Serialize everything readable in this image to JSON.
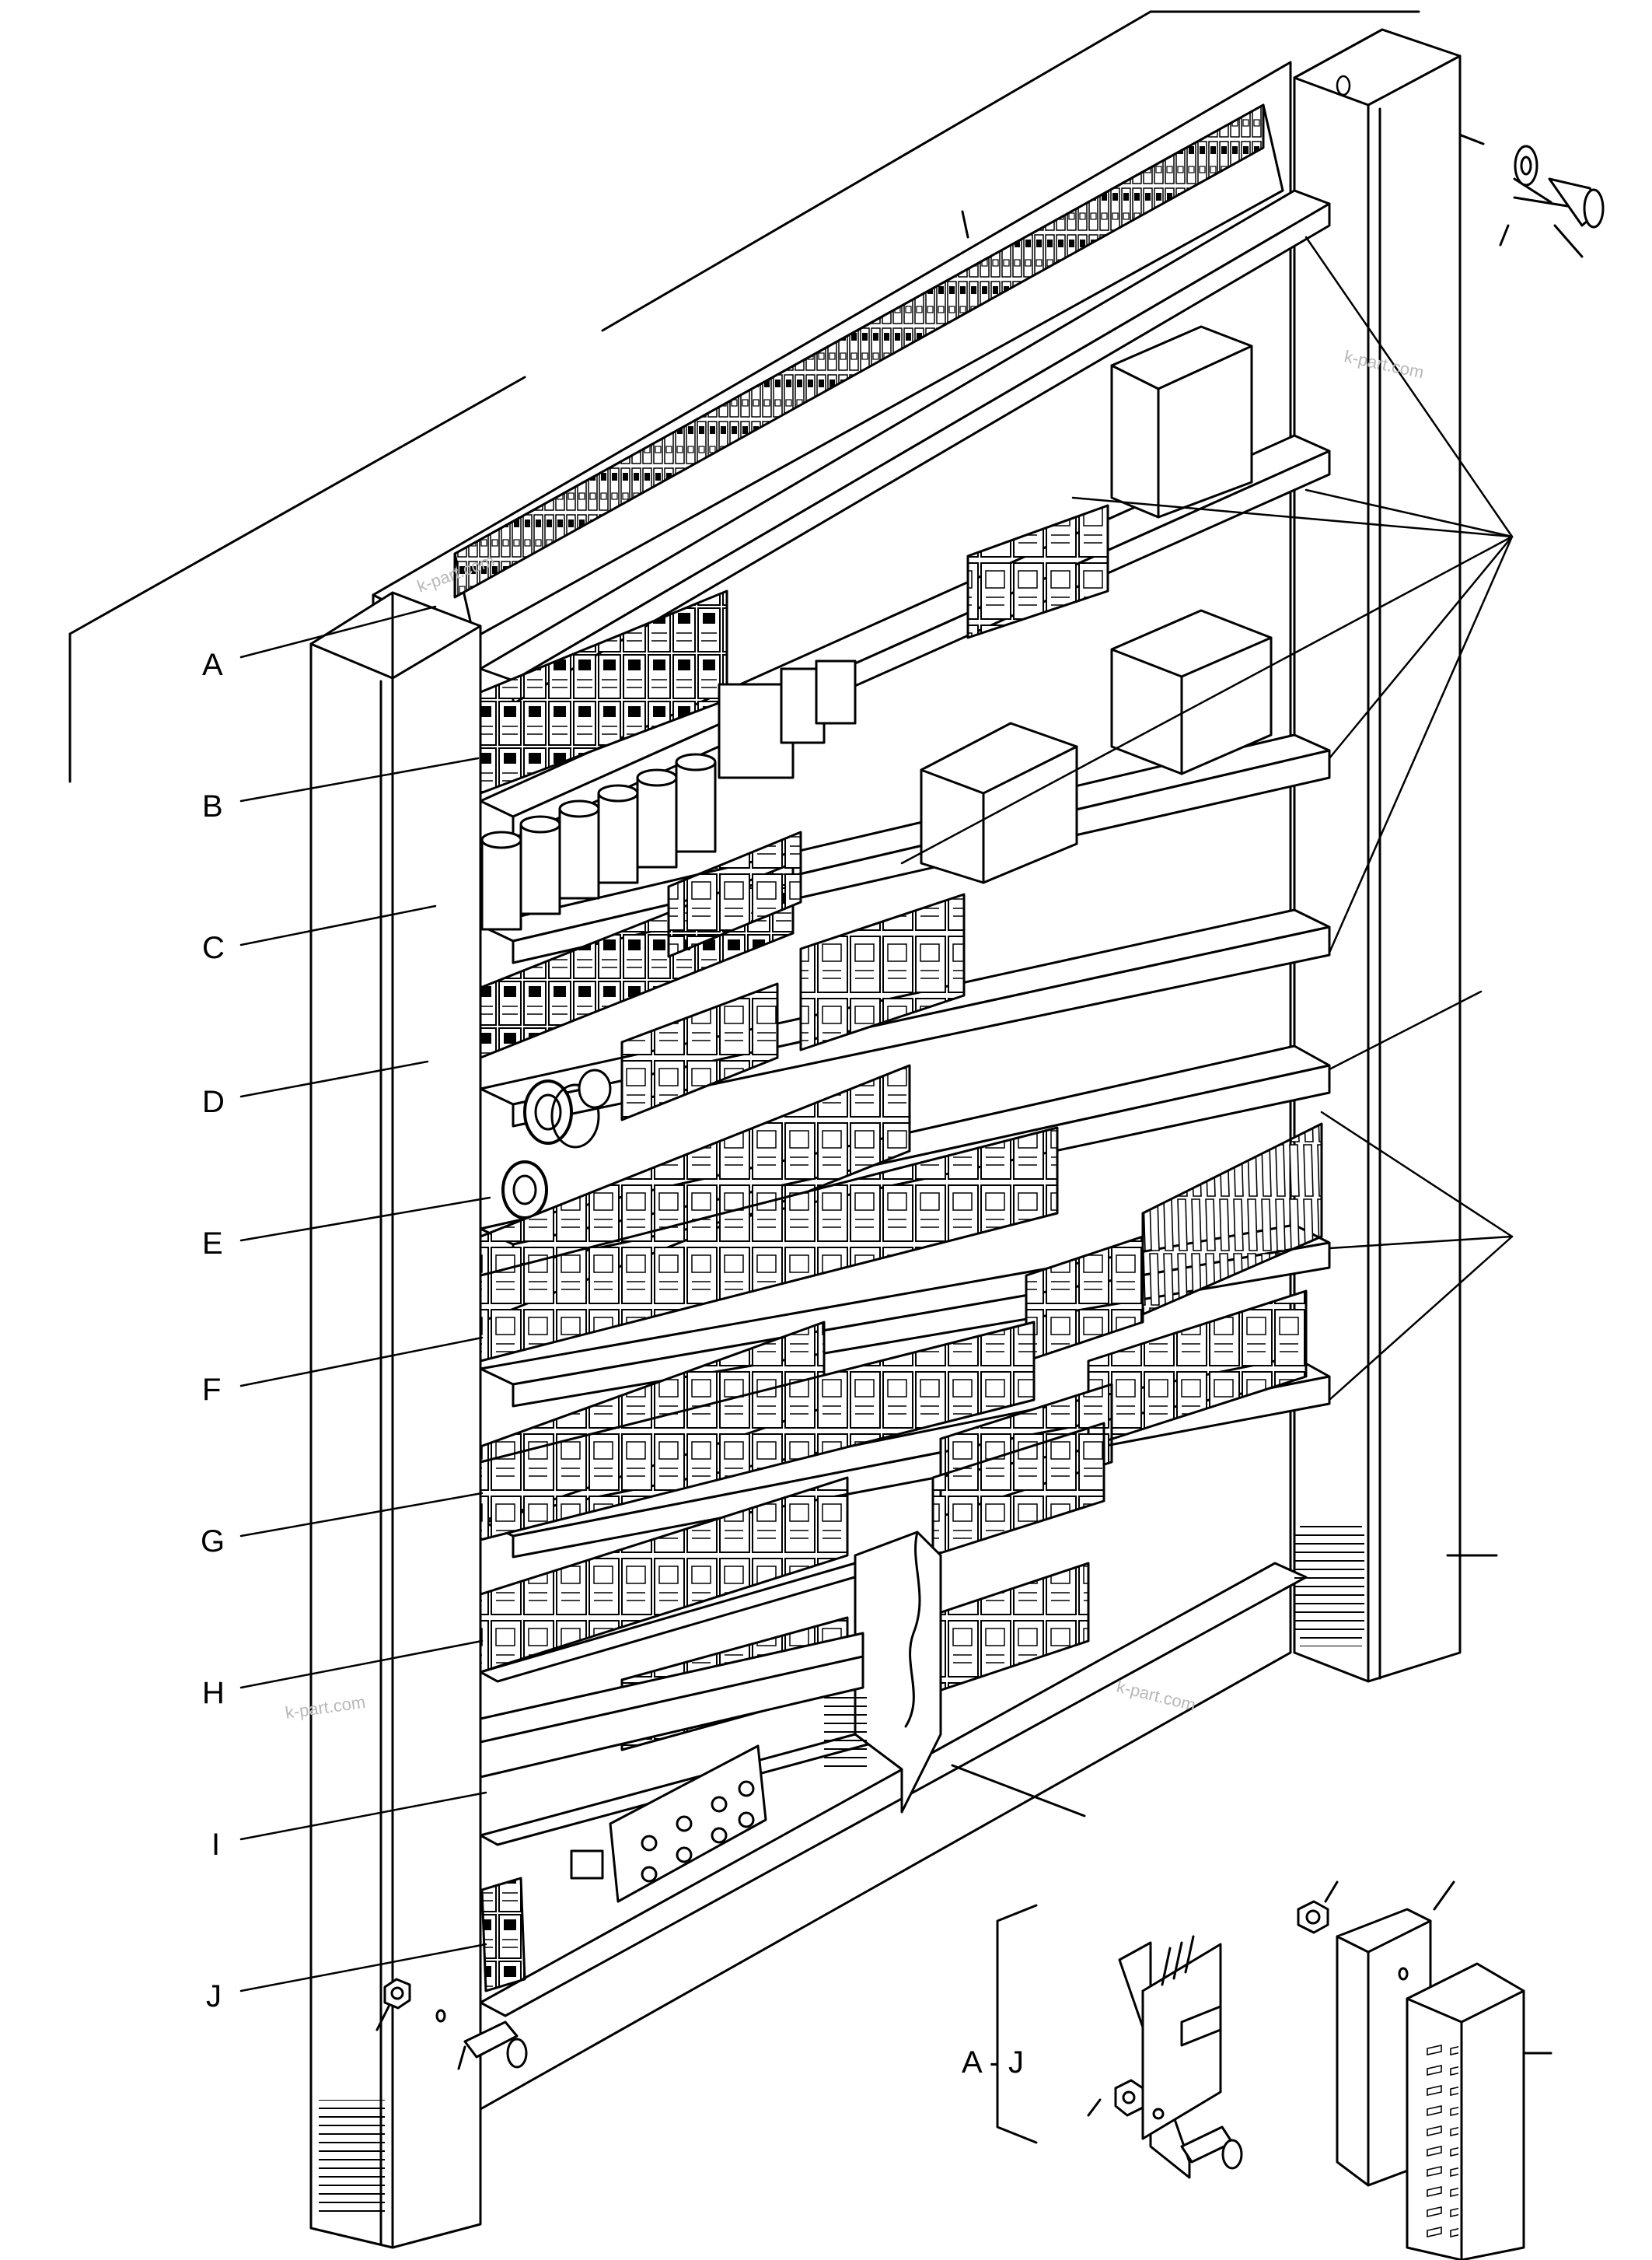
{
  "callouts": {
    "rows": [
      {
        "letter": "A"
      },
      {
        "letter": "B"
      },
      {
        "letter": "C"
      },
      {
        "letter": "D"
      },
      {
        "letter": "E"
      },
      {
        "letter": "F"
      },
      {
        "letter": "G"
      },
      {
        "letter": "H"
      },
      {
        "letter": "I"
      },
      {
        "letter": "J"
      }
    ],
    "detail": "A - J"
  },
  "watermark": "k-part.com",
  "colors": {
    "line": "#000000",
    "paper": "#ffffff",
    "watermark": "#b8b8b8"
  }
}
